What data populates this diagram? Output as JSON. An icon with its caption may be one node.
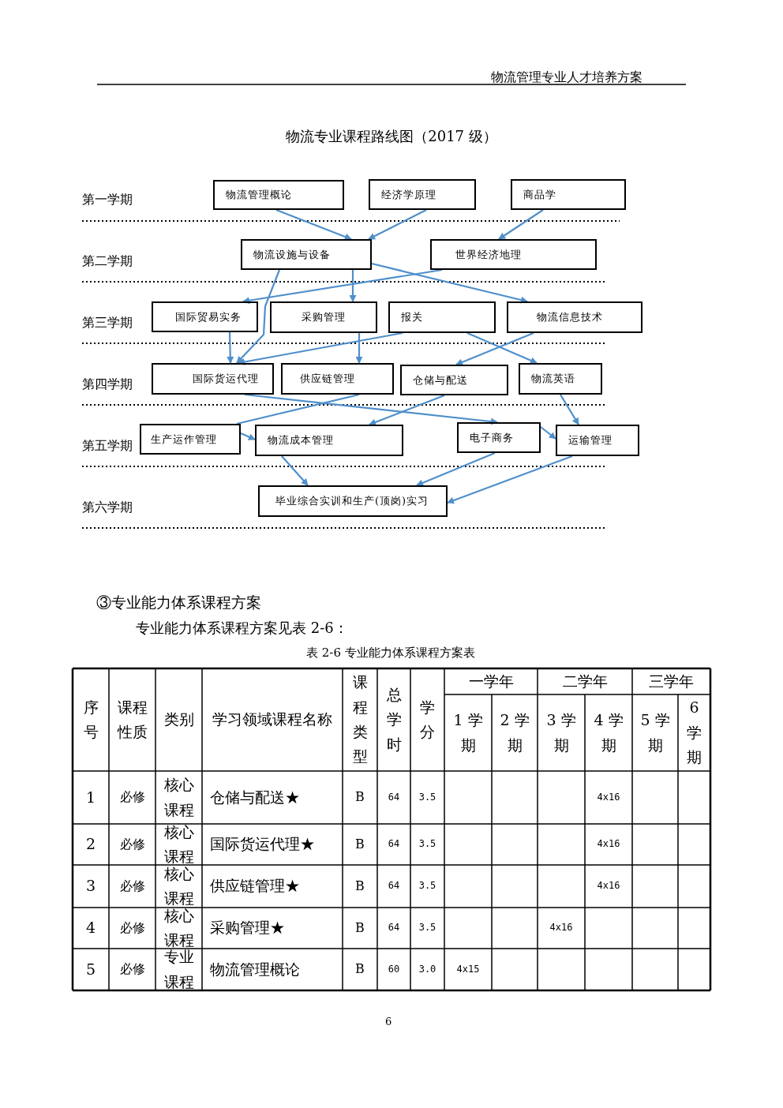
{
  "diagram": {
    "title": "物流专业课程路线图（2017 级）",
    "nodes": [
      {
        "text": [
          "物流管理概论"
        ]
      },
      {
        "text": [
          "经济学原理"
        ]
      },
      {
        "text": [
          "商品学"
        ]
      },
      {
        "text": [
          "物流设施与设备"
        ]
      },
      {
        "text": [
          "世界经济地理"
        ]
      },
      {
        "text": [
          "国际贸易实务"
        ]
      },
      {
        "text": [
          "采购管理"
        ]
      },
      {
        "text": [
          "报关"
        ]
      },
      {
        "text": [
          "物流信息技术"
        ]
      },
      {
        "text": [
          "国际货运代理"
        ]
      },
      {
        "text": [
          "供应链管理"
        ]
      },
      {
        "text": [
          "仓储与配送"
        ]
      },
      {
        "text": [
          "物流英语"
        ]
      },
      {
        "text": [
          "生产运作管理"
        ]
      },
      {
        "text": [
          "物流成本管理"
        ]
      },
      {
        "text": [
          "电子商务"
        ]
      },
      {
        "text": [
          "运输管理"
        ]
      },
      {
        "text": [
          "毕业综合实训和生产(顶岗)实习"
        ]
      }
    ],
    "edges": [
      {
        "from": 0,
        "to": 3,
        "arrow": "to"
      },
      {
        "from": 1,
        "to": 3,
        "arrow": "to"
      },
      {
        "from": 2,
        "to": 4,
        "arrow": "to"
      },
      {
        "from": 3,
        "to": 9,
        "arrow": "to"
      },
      {
        "from": 3,
        "to": 6,
        "arrow": "to"
      },
      {
        "from": 3,
        "to": 8,
        "arrow": "to"
      },
      {
        "from": 4,
        "to": 5,
        "arrow": "to"
      },
      {
        "from": 5,
        "to": 9,
        "arrow": "to"
      },
      {
        "from": 7,
        "to": 9,
        "arrow": "to"
      },
      {
        "from": 6,
        "to": 10,
        "arrow": "to"
      },
      {
        "from": 7,
        "to": 12,
        "arrow": "to"
      },
      {
        "from": 8,
        "to": 11,
        "arrow": "to"
      },
      {
        "from": 9,
        "to": 15,
        "arrow": "to"
      },
      {
        "from": 10,
        "to": 13,
        "arrow": "none"
      },
      {
        "from": 11,
        "to": 14,
        "arrow": "to"
      },
      {
        "from": 12,
        "to": 16,
        "arrow": "to"
      },
      {
        "from": 13,
        "to": 14,
        "arrow": "to"
      },
      {
        "from": 15,
        "to": 16,
        "arrow": "to"
      },
      {
        "from": 14,
        "to": 17,
        "arrow": "to"
      },
      {
        "from": 15,
        "to": 17,
        "arrow": "to"
      },
      {
        "from": 16,
        "to": 17,
        "arrow": "to"
      }
    ],
    "labels": [
      "物流管理专业人才培养方案",
      "第一学期",
      "第二学期",
      "第三学期",
      "第四学期",
      "第五学期",
      "第六学期",
      "③专业能力体系课程方案",
      "专业能力体系课程方案见表 2-6：",
      "表 2-6 专业能力体系课程方案表",
      "序号",
      "课程性质",
      "类别",
      "学习领域课程名称",
      "课程类型",
      "总学时",
      "学分",
      "一学年",
      "二学年",
      "三学年",
      "1 学期",
      "2 学期",
      "3 学期",
      "4 学期",
      "5 学期",
      "6 学期",
      "1",
      "必修",
      "核心课程",
      "仓储与配送★",
      "B",
      "64",
      "3.5",
      "4x16",
      "2",
      "必修",
      "核心课程",
      "国际货运代理★",
      "B",
      "64",
      "3.5",
      "4x16",
      "3",
      "必修",
      "核心课程",
      "供应链管理★",
      "B",
      "64",
      "3.5",
      "4x16",
      "4",
      "必修",
      "核心课程",
      "采购管理★",
      "B",
      "64",
      "3.5",
      "4x16",
      "5",
      "必修",
      "专业课程",
      "物流管理概论",
      "B",
      "60",
      "3.0",
      "4x15",
      "6"
    ]
  }
}
